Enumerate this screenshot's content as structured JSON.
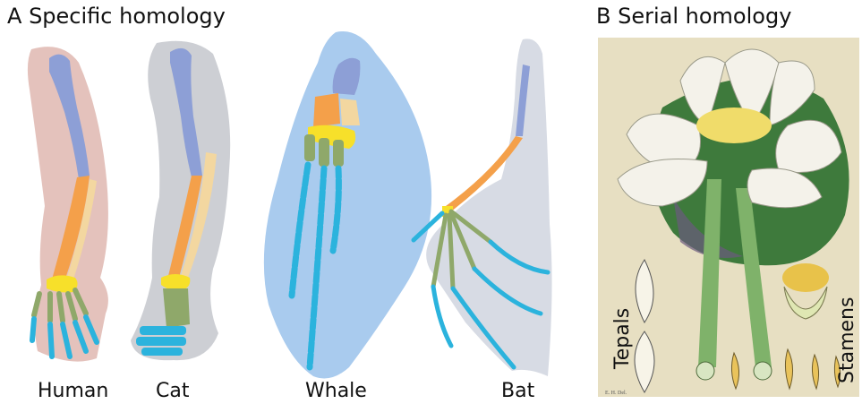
{
  "panel_a": {
    "letter": "A",
    "title": "Specific homology",
    "labels": [
      "Human",
      "Cat",
      "Whale",
      "Bat"
    ]
  },
  "panel_b": {
    "letter": "B",
    "title": "Serial homology",
    "left_label": "Tepals",
    "right_label": "Stamens",
    "artist_mark": "E. H. Del."
  },
  "colors": {
    "humerus": "#8d9fd6",
    "radius_ulna": "#f4a04a",
    "carpals": "#f7e02a",
    "metacarpals": "#8fa86a",
    "phalanges": "#2bb3dd",
    "human_skin": "#d9a8a0",
    "cat_fur": "#c4c7cd",
    "whale_flipper": "#a9cbee",
    "bat_wing": "#d7dbe4",
    "plate_bg": "#e7dfc2",
    "leaf": "#3e7a3c",
    "petal": "#f4f2ea"
  }
}
